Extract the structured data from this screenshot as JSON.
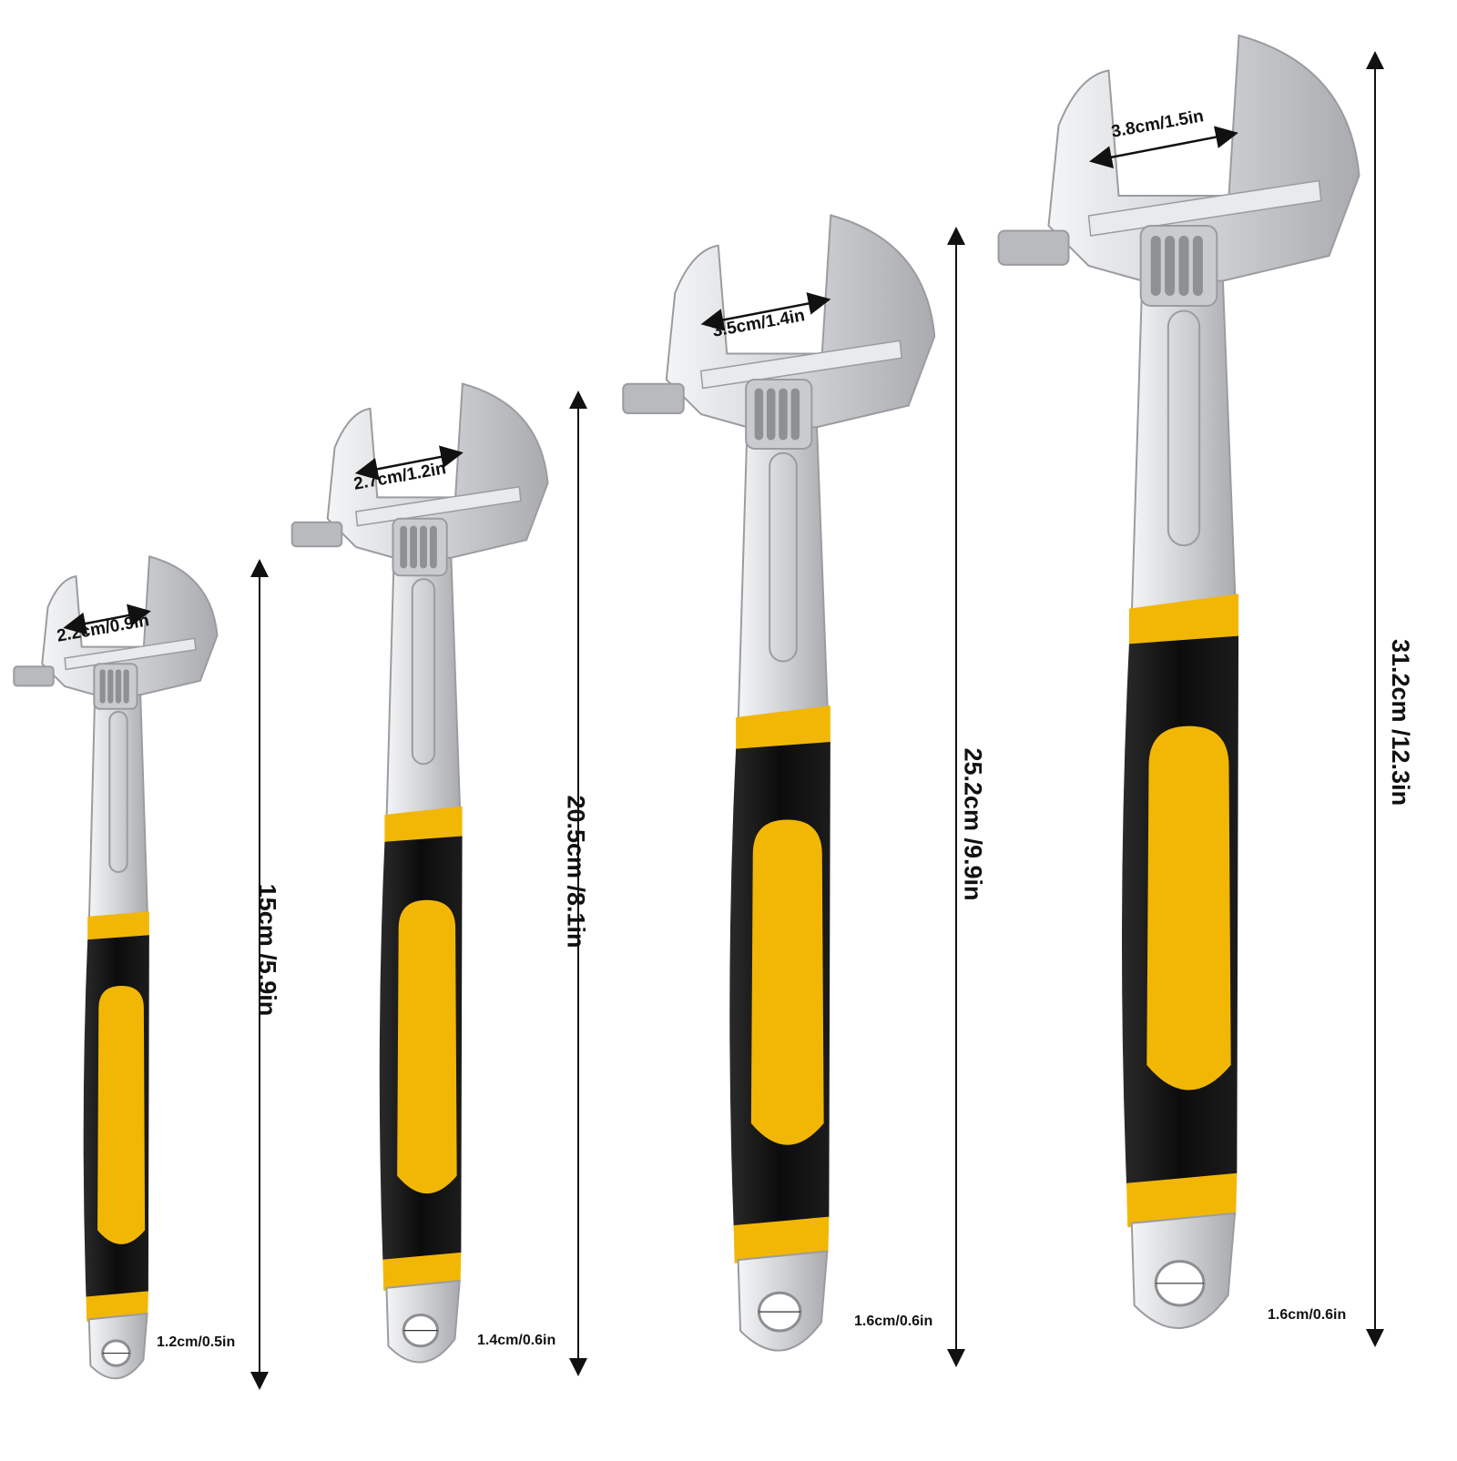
{
  "colors": {
    "background": "#ffffff",
    "chrome": "#d9dadc",
    "chrome_dark": "#9a9ca0",
    "grip_black": "#101010",
    "grip_yellow": "#f2b705",
    "text": "#111111"
  },
  "wrenches": [
    {
      "name": "wrench-6in",
      "jaw_label": "2.2cm/0.9in",
      "hole_label": "1.2cm/0.5in",
      "length_label": "15cm /5.9in"
    },
    {
      "name": "wrench-8in",
      "jaw_label": "2.7cm/1.2in",
      "hole_label": "1.4cm/0.6in",
      "length_label": "20.5cm /8.1in"
    },
    {
      "name": "wrench-10in",
      "jaw_label": "3.5cm/1.4in",
      "hole_label": "1.6cm/0.6in",
      "length_label": "25.2cm /9.9in"
    },
    {
      "name": "wrench-12in",
      "jaw_label": "3.8cm/1.5in",
      "hole_label": "1.6cm/0.6in",
      "length_label": "31.2cm /12.3in"
    }
  ]
}
